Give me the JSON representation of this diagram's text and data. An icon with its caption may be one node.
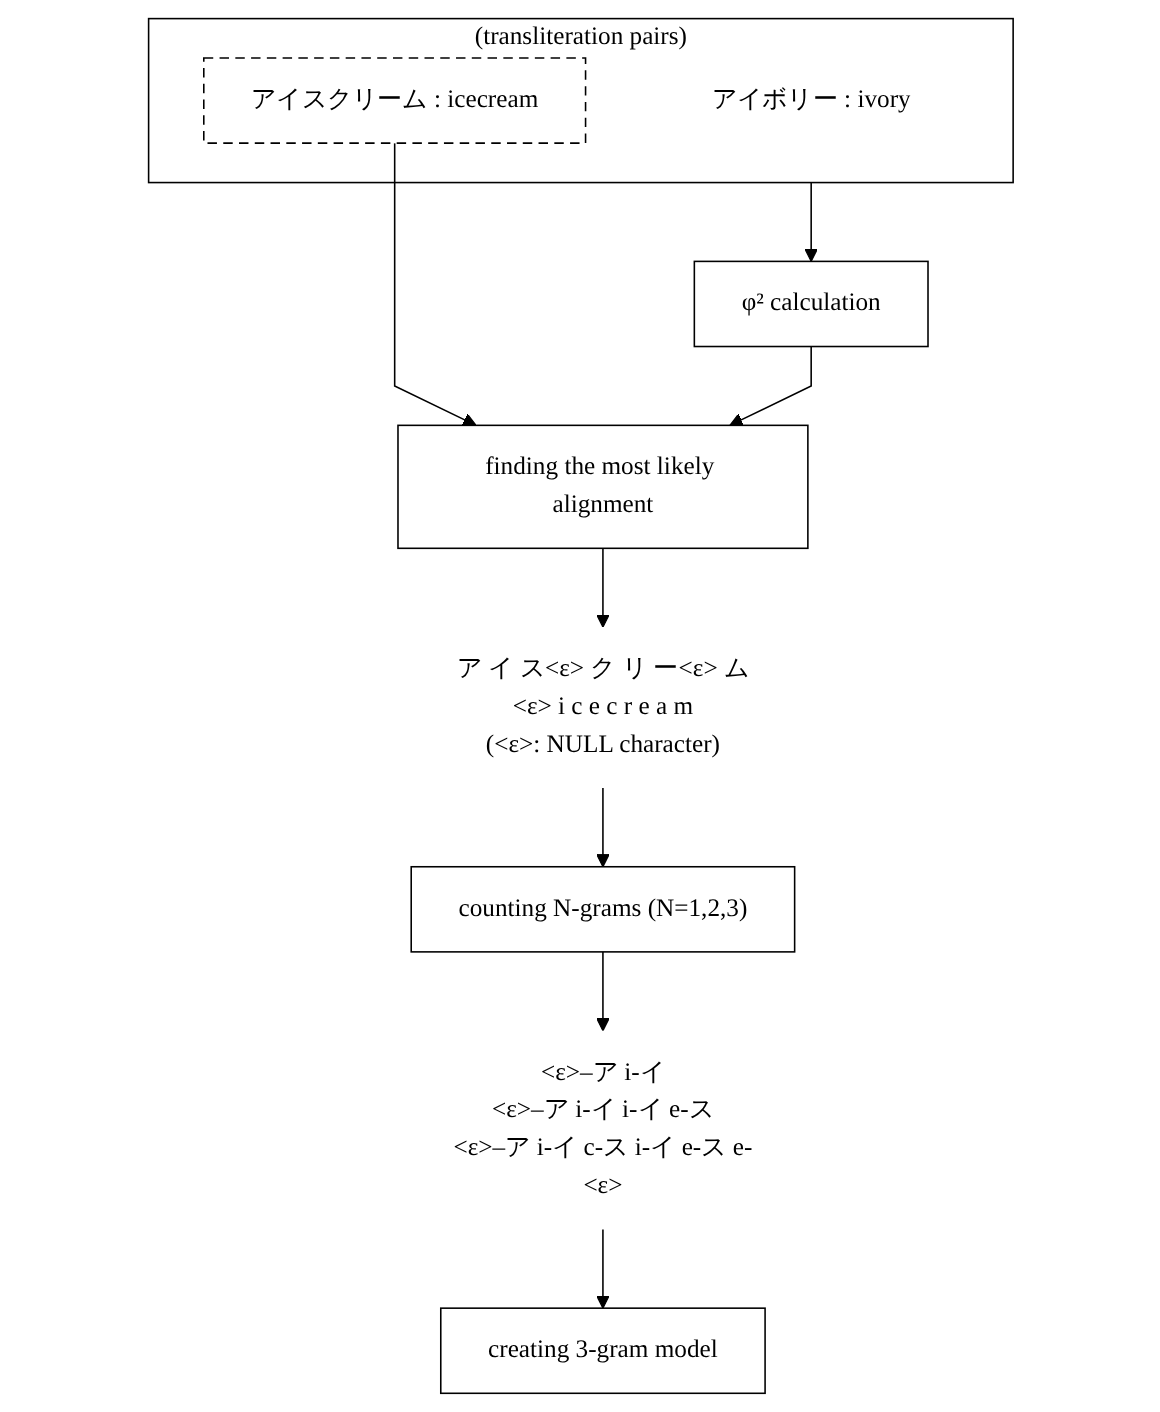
{
  "diagram": {
    "nodes": [
      {
        "text": [
          "(transliteration pairs)"
        ]
      },
      {
        "text": [
          "アイボリー : ivory"
        ],
        "in": 0
      },
      {
        "text": [
          "アイスクリーム : icecream"
        ],
        "in": 0
      },
      {
        "text": [
          "φ² calculation"
        ]
      },
      {
        "text": [
          "finding the most likely alignment"
        ]
      },
      {
        "text": [
          "ア イ ス<ε> ク リ ー<ε> ム",
          "<ε> i c e c r e a m"
        ],
        "beside": [
          "(<ε>: NULL character)"
        ]
      },
      {
        "text": [
          "counting N-grams (N=1,2,3)"
        ]
      },
      {
        "text": [
          "<ε>–ア i-イ",
          "<ε>–ア i-イ i-イ e-ス",
          "<ε>–ア i-イ c-ス i-イ e-ス e-<ε>"
        ]
      },
      {
        "text": [
          "creating 3-gram model"
        ]
      }
    ],
    "edges": [
      {
        "from": 0,
        "to": 3,
        "arrow": "to"
      },
      {
        "from": 2,
        "to": 4,
        "arrow": "to"
      },
      {
        "from": 3,
        "to": 4,
        "arrow": "to"
      },
      {
        "from": 4,
        "to": 5,
        "arrow": "to"
      },
      {
        "from": 5,
        "to": 6,
        "arrow": "to"
      },
      {
        "from": 6,
        "to": 7,
        "arrow": "to"
      },
      {
        "from": 7,
        "to": 8,
        "arrow": "to"
      }
    ]
  }
}
